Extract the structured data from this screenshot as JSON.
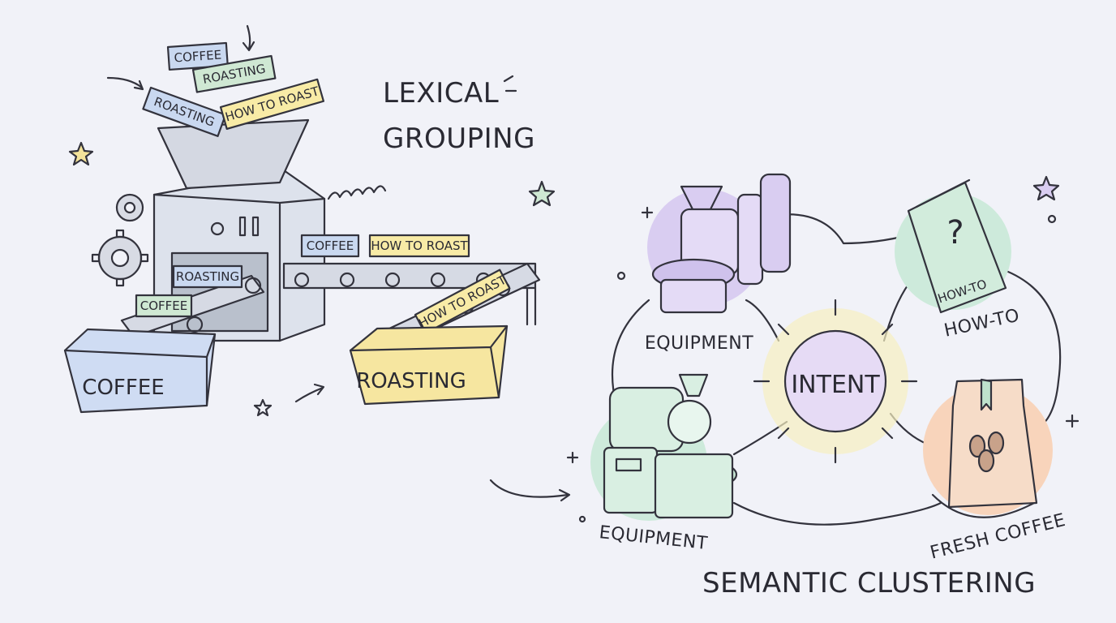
{
  "lexical": {
    "title_line1": "LEXICAL",
    "title_line2": "GROUPING",
    "hopper_tags": [
      "COFFEE",
      "ROASTING",
      "ROASTING",
      "HOW TO ROAST"
    ],
    "belt_tags": [
      "COFFEE",
      "HOW TO ROAST",
      "ROASTING",
      "COFFEE",
      "HOW TO ROAST"
    ],
    "bins": [
      "COFFEE",
      "ROASTING"
    ]
  },
  "semantic": {
    "title": "SEMANTIC CLUSTERING",
    "center": "INTENT",
    "nodes": {
      "equipment_top": "EQUIPMENT",
      "howto_label": "HOW-TO",
      "howto_book": "HOW-TO",
      "equipment_bottom": "EQUIPMENT",
      "fresh_coffee": "FRESH COFFEE"
    }
  },
  "colors": {
    "background": "#f1f2f8",
    "tag_blue": "#c9d8f0",
    "tag_green": "#cfe8d3",
    "tag_yellow": "#f8eba6",
    "machine": "#dde2ec",
    "bin_blue": "#cfdcf3",
    "bin_yellow": "#f6e6a0",
    "purple": "#d9cdf1",
    "mint": "#cdeadb",
    "peach": "#f8d4bb",
    "sun": "#f7efc0"
  }
}
